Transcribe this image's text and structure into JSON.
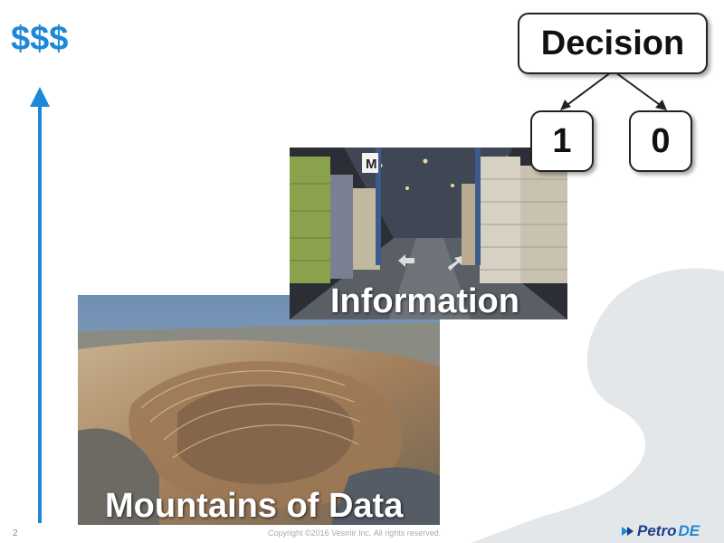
{
  "slide": {
    "dollars": "$$$",
    "tree": {
      "root": "Decision",
      "left": "1",
      "right": "0"
    },
    "images": {
      "top": {
        "label": "Information",
        "icon": "warehouse-photo"
      },
      "bottom": {
        "label": "Mountains of Data",
        "icon": "open-pit-mine-photo"
      },
      "sign": "M"
    },
    "footer": {
      "page_number": "2",
      "copyright": "Copyright ©2016 Vesmir Inc. All rights reserved.",
      "logo_part1": "Petro",
      "logo_part2": "DE"
    },
    "colors": {
      "accent": "#1e88d8",
      "brand_dark": "#1b3f8f",
      "blob": "#e4e7ea"
    }
  }
}
